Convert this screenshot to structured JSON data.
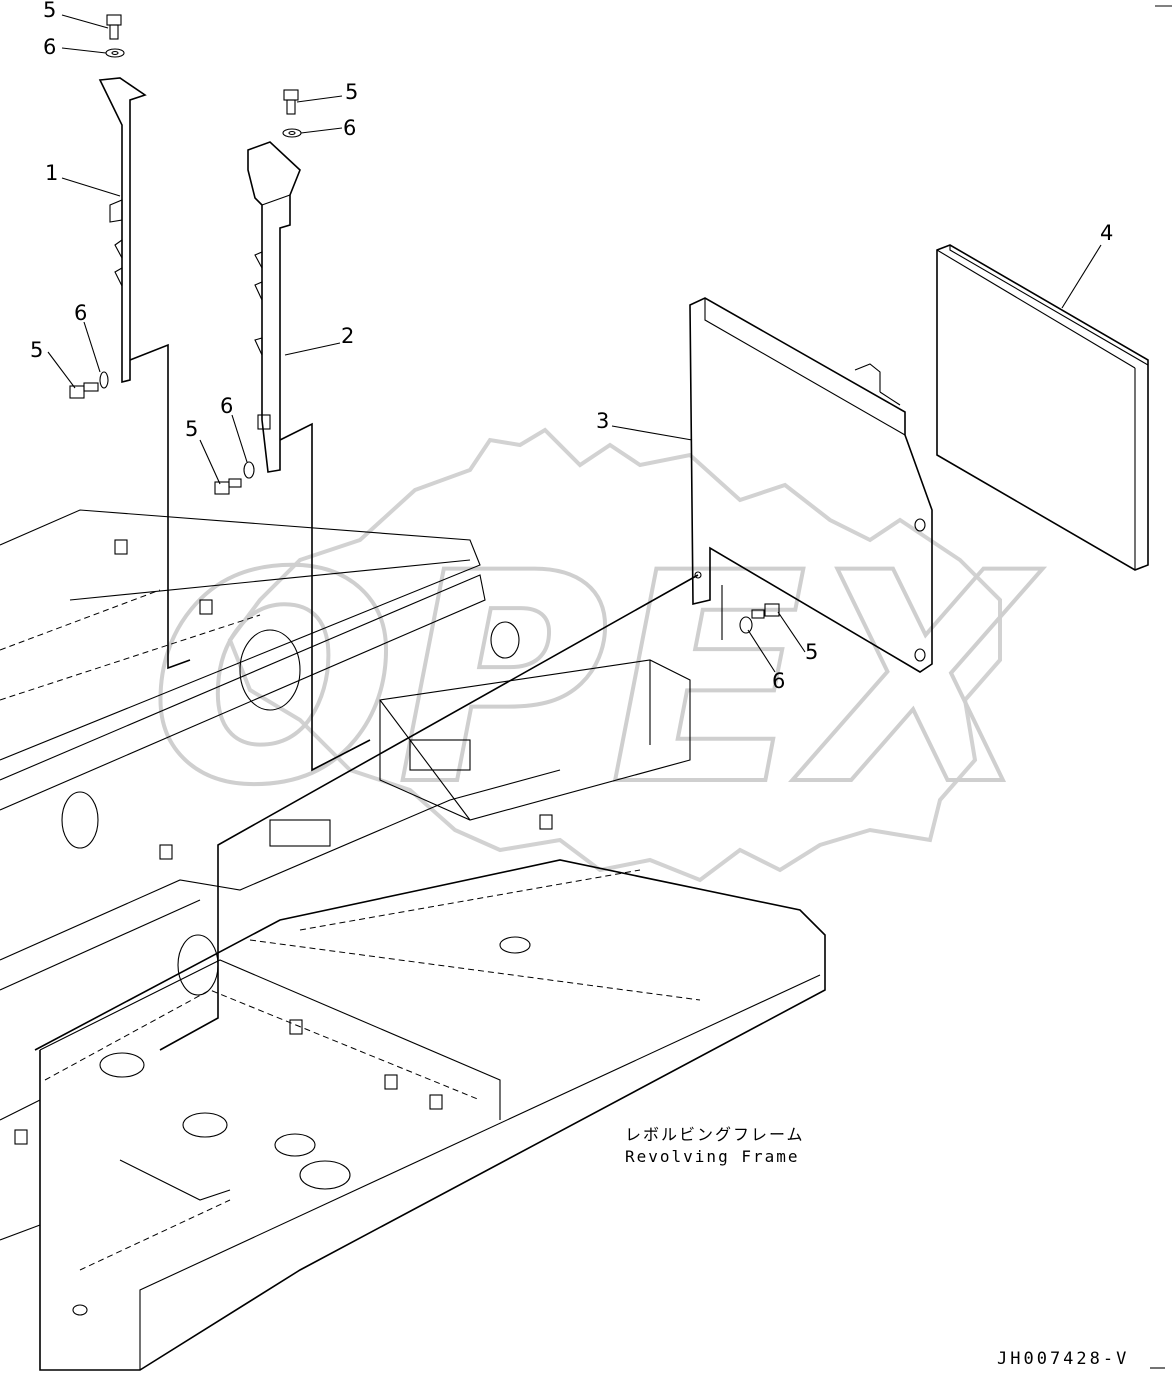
{
  "callouts": {
    "c_5_top": "5",
    "c_6_top": "6",
    "c_1": "1",
    "c_6_left": "6",
    "c_5_left": "5",
    "c_5_mid_top": "5",
    "c_6_mid_top": "6",
    "c_2": "2",
    "c_6_mid": "6",
    "c_5_mid": "5",
    "c_3": "3",
    "c_4": "4",
    "c_5_right": "5",
    "c_6_right": "6"
  },
  "frame_label": {
    "japanese": "レボルビングフレーム",
    "english": "Revolving Frame"
  },
  "drawing_code": "JH007428-V",
  "watermark": {
    "text": "OPEX",
    "color": "#c9c9c9"
  },
  "icons": {
    "bolt": "bolt-icon",
    "washer": "washer-icon",
    "gear": "gear-watermark-icon"
  }
}
